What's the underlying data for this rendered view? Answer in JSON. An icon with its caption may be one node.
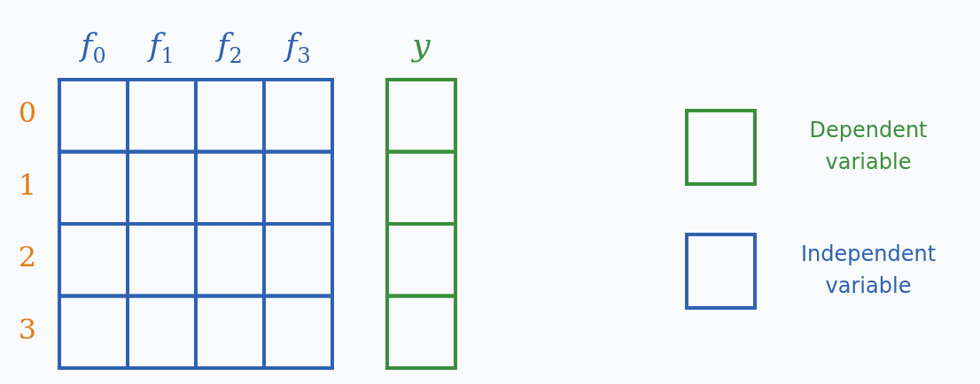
{
  "diagram": {
    "labels": [
      "f$_{0}$",
      "f$_{1}$",
      "f$_{2}$",
      "f$_{3}$",
      "y",
      "0",
      "1",
      "2",
      "3"
    ],
    "legend": [
      {
        "text": "Dependent variable",
        "color": "#3a8f3a"
      },
      {
        "text": "Independent variable",
        "color": "#2f62b0"
      }
    ]
  }
}
